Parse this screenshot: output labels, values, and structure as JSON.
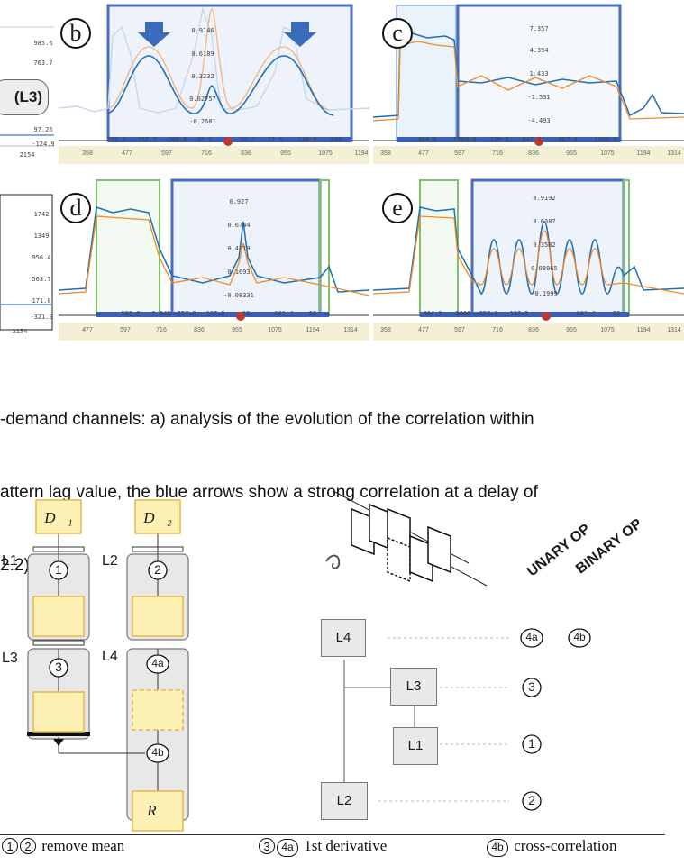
{
  "panels": {
    "b": {
      "label": "b",
      "values": [
        "0.9146",
        "0.6189",
        "0.3232",
        "0.02757",
        "-0.2681"
      ],
      "lags": [
        "229.8",
        "-167.7",
        "-106.6",
        "-45.1",
        "10.7",
        "77.5",
        "138.8",
        "200"
      ],
      "ticks": [
        "358",
        "477",
        "597",
        "716",
        "836",
        "955",
        "1075",
        "1194"
      ]
    },
    "c": {
      "label": "c",
      "values": [
        "7.357",
        "4.394",
        "1.433",
        "-1.531",
        "-4.493"
      ],
      "lags": [
        "464.0",
        "5609.0",
        "728.5",
        "847.0",
        "967.4",
        "1086.9"
      ],
      "ticks": [
        "358",
        "477",
        "597",
        "716",
        "836",
        "955",
        "1075",
        "1194",
        "1314"
      ]
    },
    "d": {
      "label": "d",
      "values": [
        "0.927",
        "0.6744",
        "0.4219",
        "0.1693",
        "-0.08331"
      ],
      "lags": [
        "503.6",
        "6.845",
        "-257.0",
        "-137.5",
        "19",
        "181.4",
        "22"
      ],
      "ticks": [
        "477",
        "597",
        "716",
        "836",
        "955",
        "1075",
        "1194",
        "1314"
      ]
    },
    "e": {
      "label": "e",
      "values": [
        "0.9192",
        "0.6387",
        "0.3582",
        "0.08065",
        "-0.1999"
      ],
      "lags": [
        "464.0",
        "5606",
        "-257.0",
        "-137.5",
        "181.4",
        "22"
      ],
      "ticks": [
        "358",
        "477",
        "597",
        "716",
        "836",
        "955",
        "1075",
        "1194",
        "1314"
      ]
    },
    "left_top": {
      "values": [
        "985.6",
        "763.7",
        "97.26",
        "-124.9"
      ],
      "tick": "2154",
      "badge": "(L3)"
    },
    "left_bottom": {
      "values": [
        "1742",
        "1349",
        "956.4",
        "563.7",
        "171.0",
        "-321.9"
      ],
      "tick": "2154"
    }
  },
  "caption": {
    "line1": "-demand channels: a) analysis of the evolution of the correlation within",
    "line2": "attern lag value, the blue arrows show a strong correlation at a delay of",
    "line3": "2.2)."
  },
  "pipeline": {
    "d1": "D⃗₁",
    "d2": "D⃗₂",
    "r": "R⃗",
    "l1": "L1",
    "l2": "L2",
    "l3": "L3",
    "l4": "L4",
    "s1": "1",
    "s2": "2",
    "s3": "3",
    "s4a": "4a",
    "s4b": "4b"
  },
  "tree": {
    "unary": "UNARY OP",
    "binary": "BINARY OP",
    "l4": "L4",
    "l3": "L3",
    "l1": "L1",
    "l2": "L2",
    "op_l4_a": "4a",
    "op_l4_b": "4b",
    "op_l3": "3",
    "op_l1": "1",
    "op_l2": "2"
  },
  "legend": {
    "c1": "1",
    "c2": "2",
    "remove_mean": "remove mean",
    "c3": "3",
    "c4a": "4a",
    "first_derivative": "1st derivative",
    "c4b": "4b",
    "cross_correlation": "cross-correlation"
  },
  "colors": {
    "blue": "#1f6fb5",
    "orange": "#f08a24",
    "frame": "#4a6fb8",
    "green": "#7cc26b",
    "yellow": "#fdf1b4",
    "yellow_border": "#e8b64a"
  }
}
